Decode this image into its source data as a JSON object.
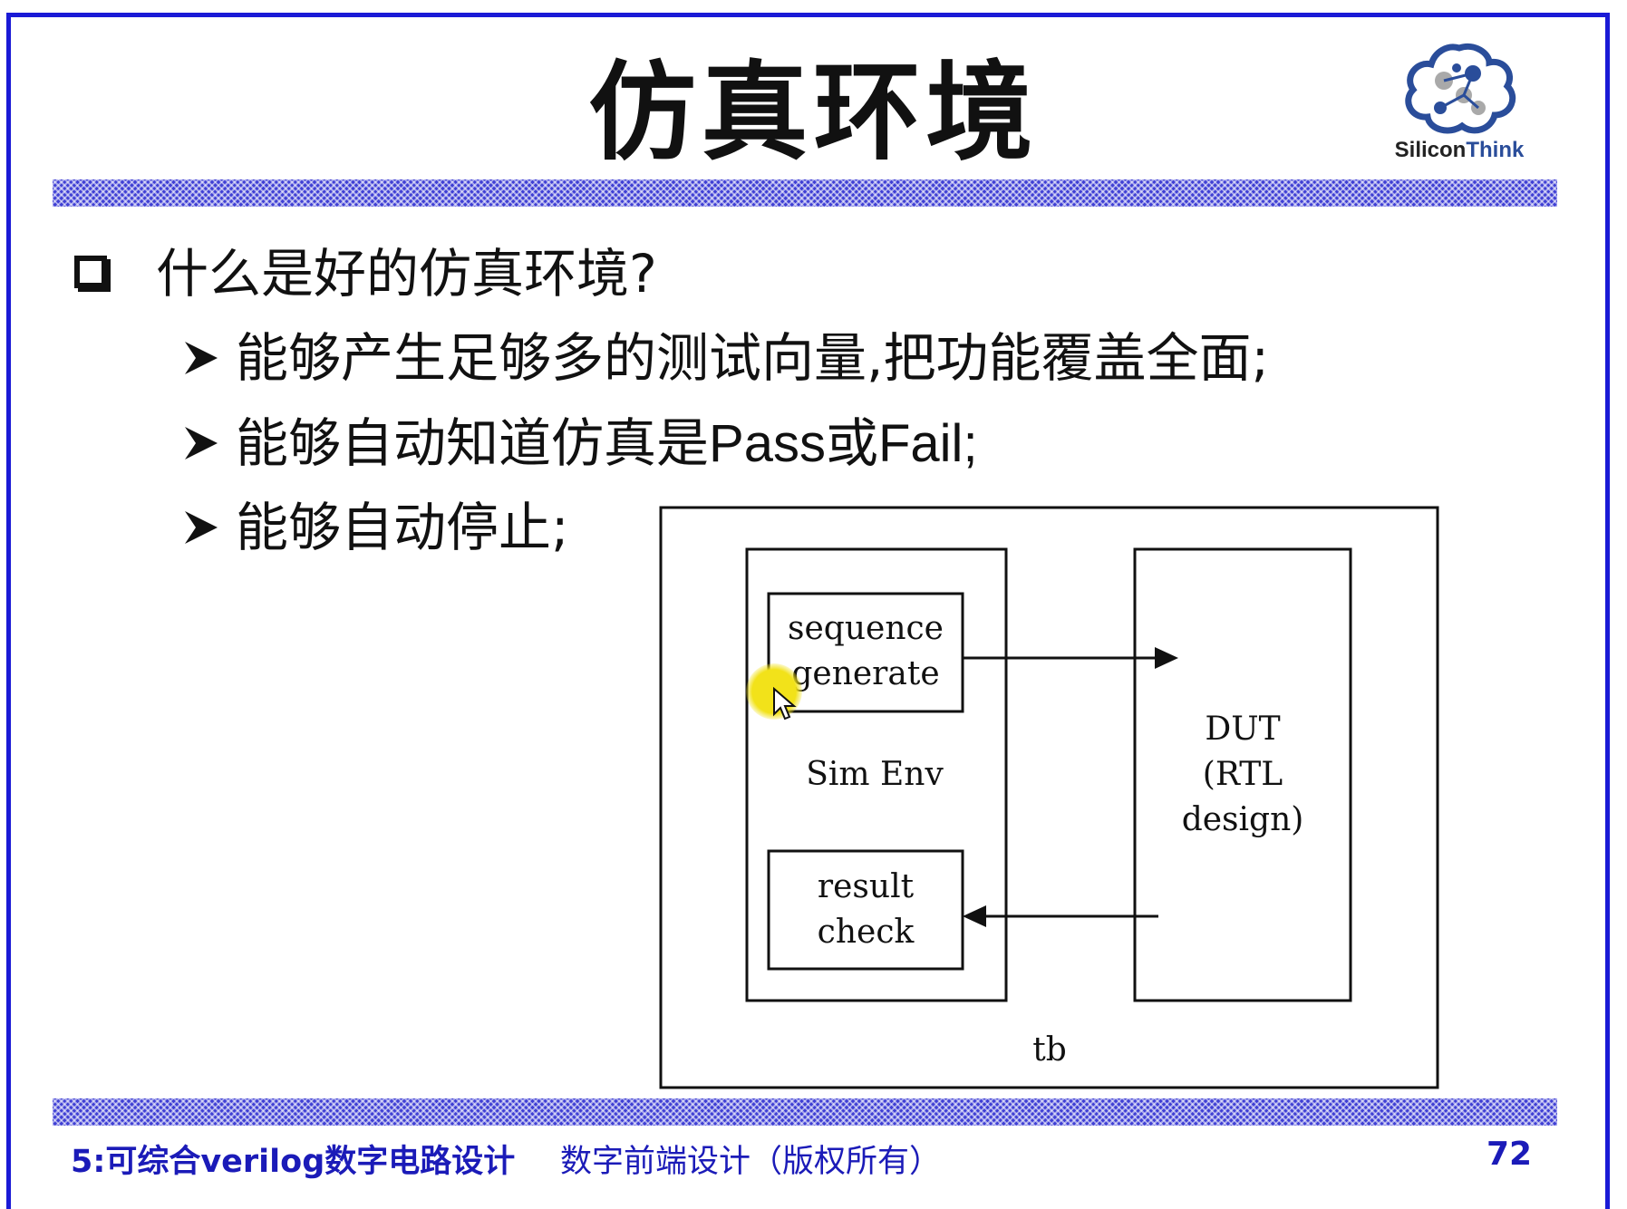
{
  "slide": {
    "title": "仿真环境",
    "logo": {
      "text_part1": "Silicon",
      "text_part2": "Think",
      "accent": "#2a4d9a"
    },
    "question": "什么是好的仿真环境?",
    "bullets": [
      "能够产生足够多的测试向量,把功能覆盖全面;",
      "能够自动知道仿真是",
      "能够自动停止;"
    ],
    "bullet2_parts": {
      "a": "能够自动知道仿真是",
      "b": "Pass",
      "c": "或",
      "d": "Fail;"
    }
  },
  "diagram": {
    "outer_label": "tb",
    "env_label": "Sim Env",
    "gen_line1": "sequence",
    "gen_line2": "generate",
    "check_line1": "result",
    "check_line2": "check",
    "dut_line1": "DUT",
    "dut_line2": "(RTL",
    "dut_line3": "design)"
  },
  "footer": {
    "left": "5:可综合verilog数字电路设计",
    "middle": "数字前端设计（版权所有）",
    "page": "72"
  },
  "colors": {
    "frame": "#1a1ad6",
    "footer_text": "#1b1bb8",
    "band": "#3f3fd4",
    "cursor_highlight": "#f2e21a"
  }
}
